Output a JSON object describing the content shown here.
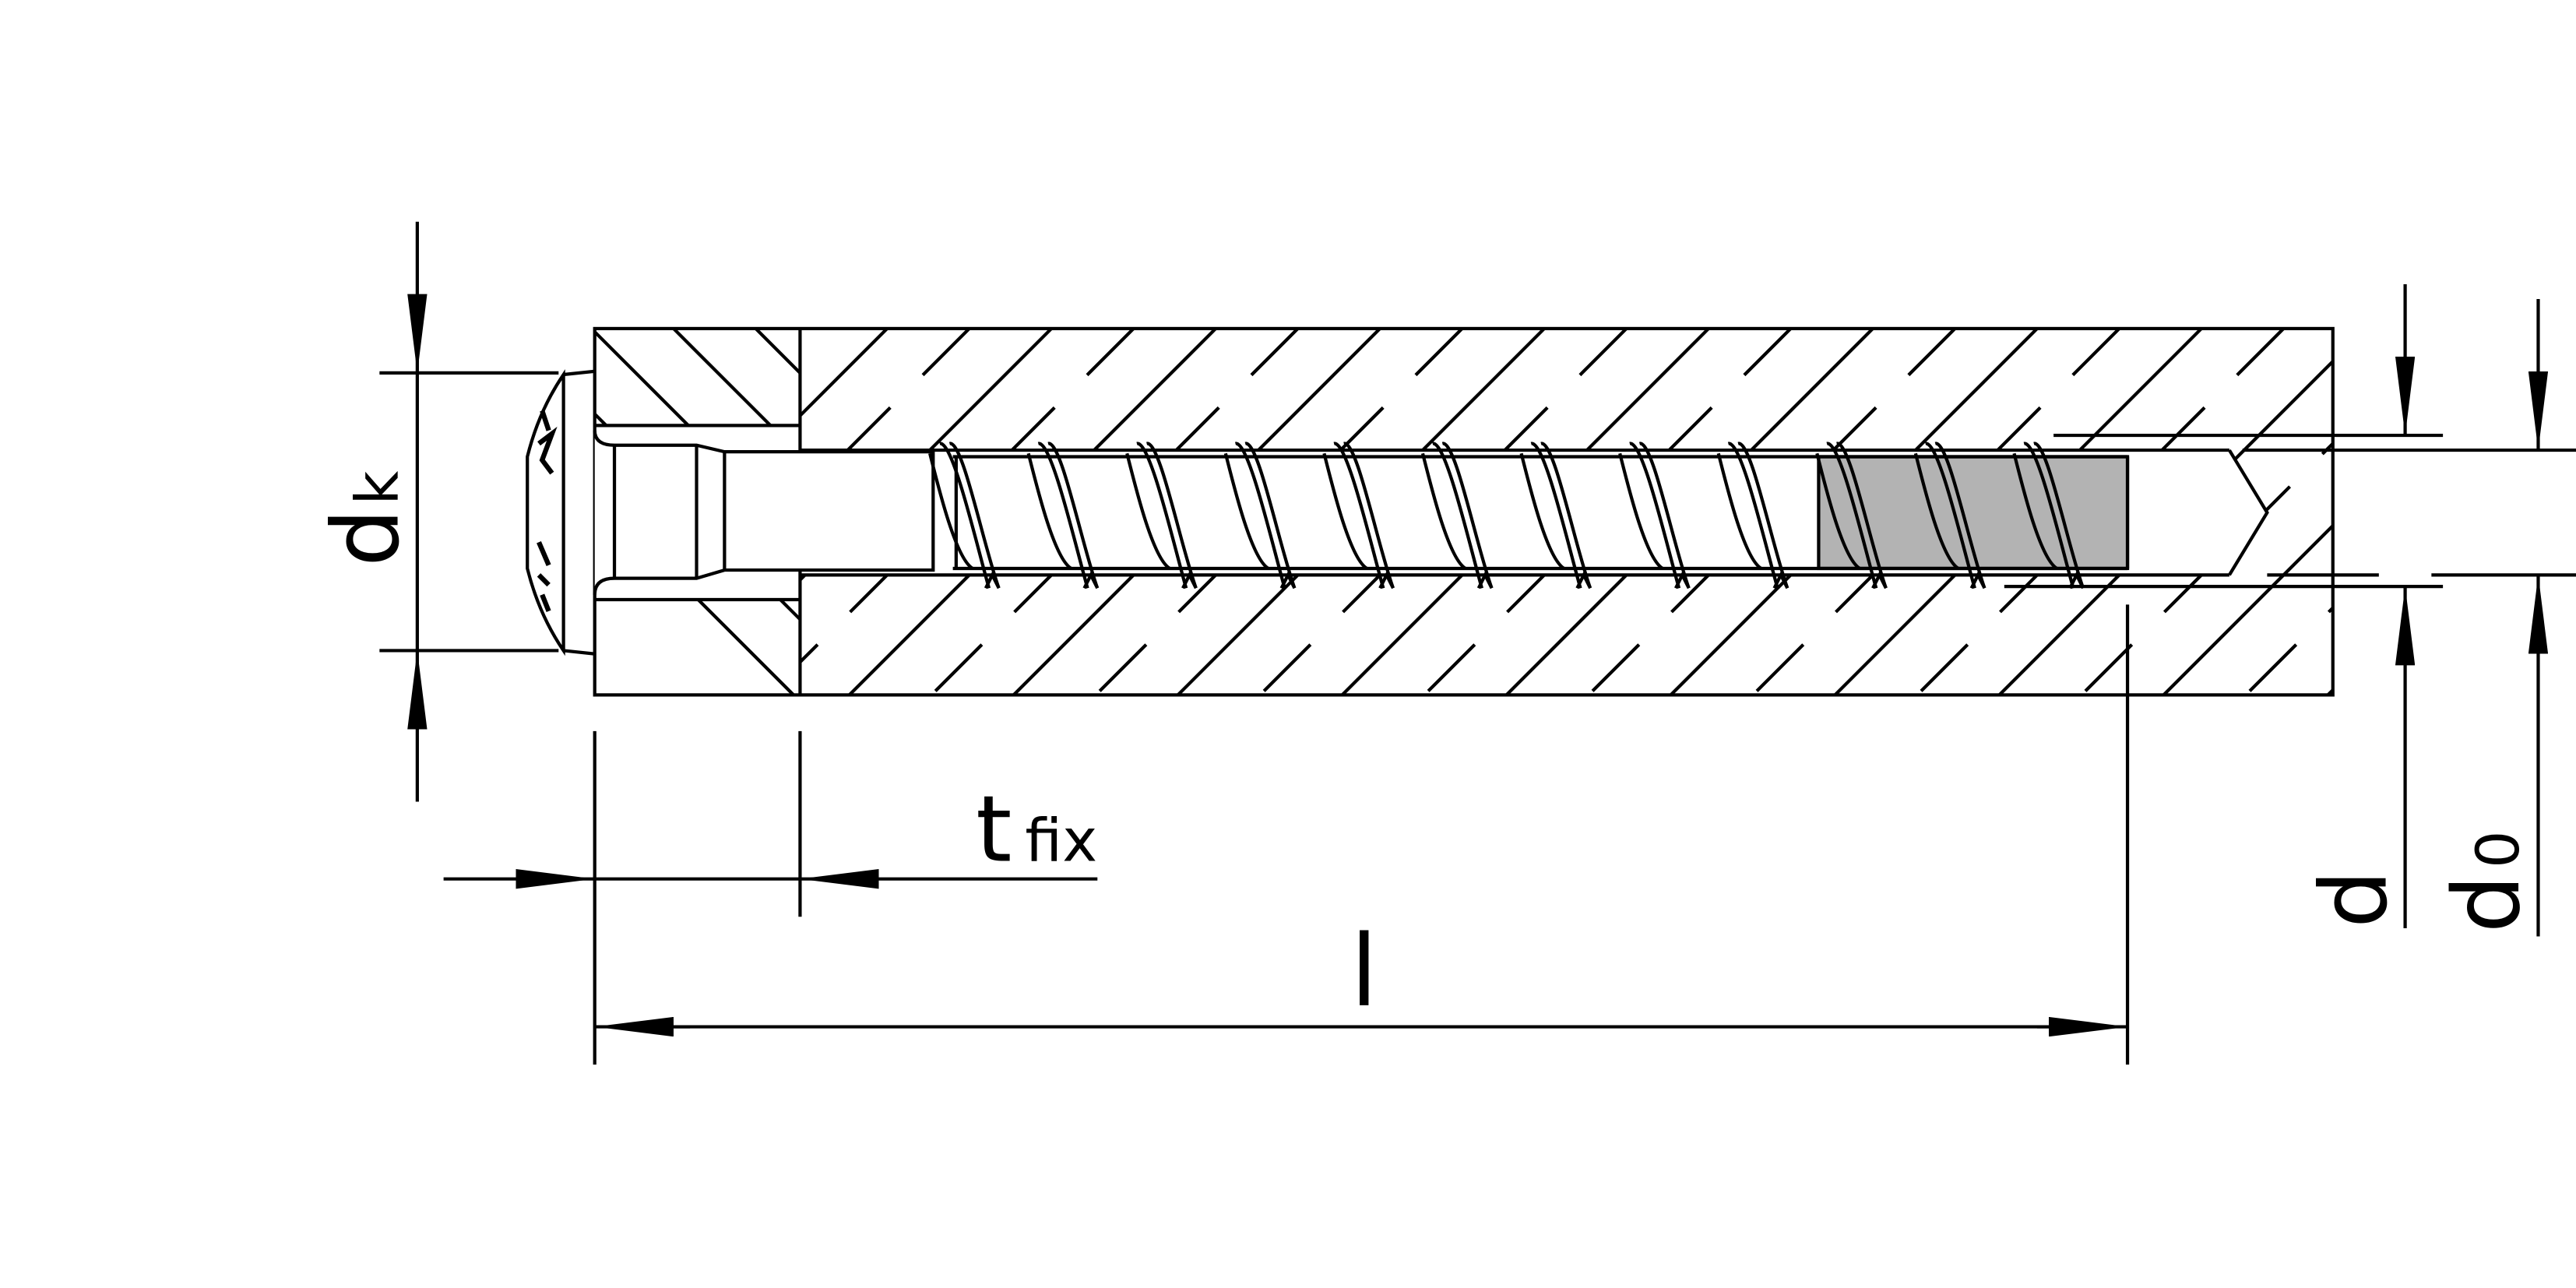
{
  "labels": {
    "dk": {
      "main": "d",
      "sub": "k"
    },
    "tfix": {
      "main": "t",
      "sub": "fix"
    },
    "l": "l",
    "d": "d",
    "d0": {
      "main": "d",
      "sub": "0"
    }
  },
  "colors": {
    "line": "#000000",
    "engaged_thread_fill": "#b3b3b3",
    "background": "#ffffff"
  }
}
